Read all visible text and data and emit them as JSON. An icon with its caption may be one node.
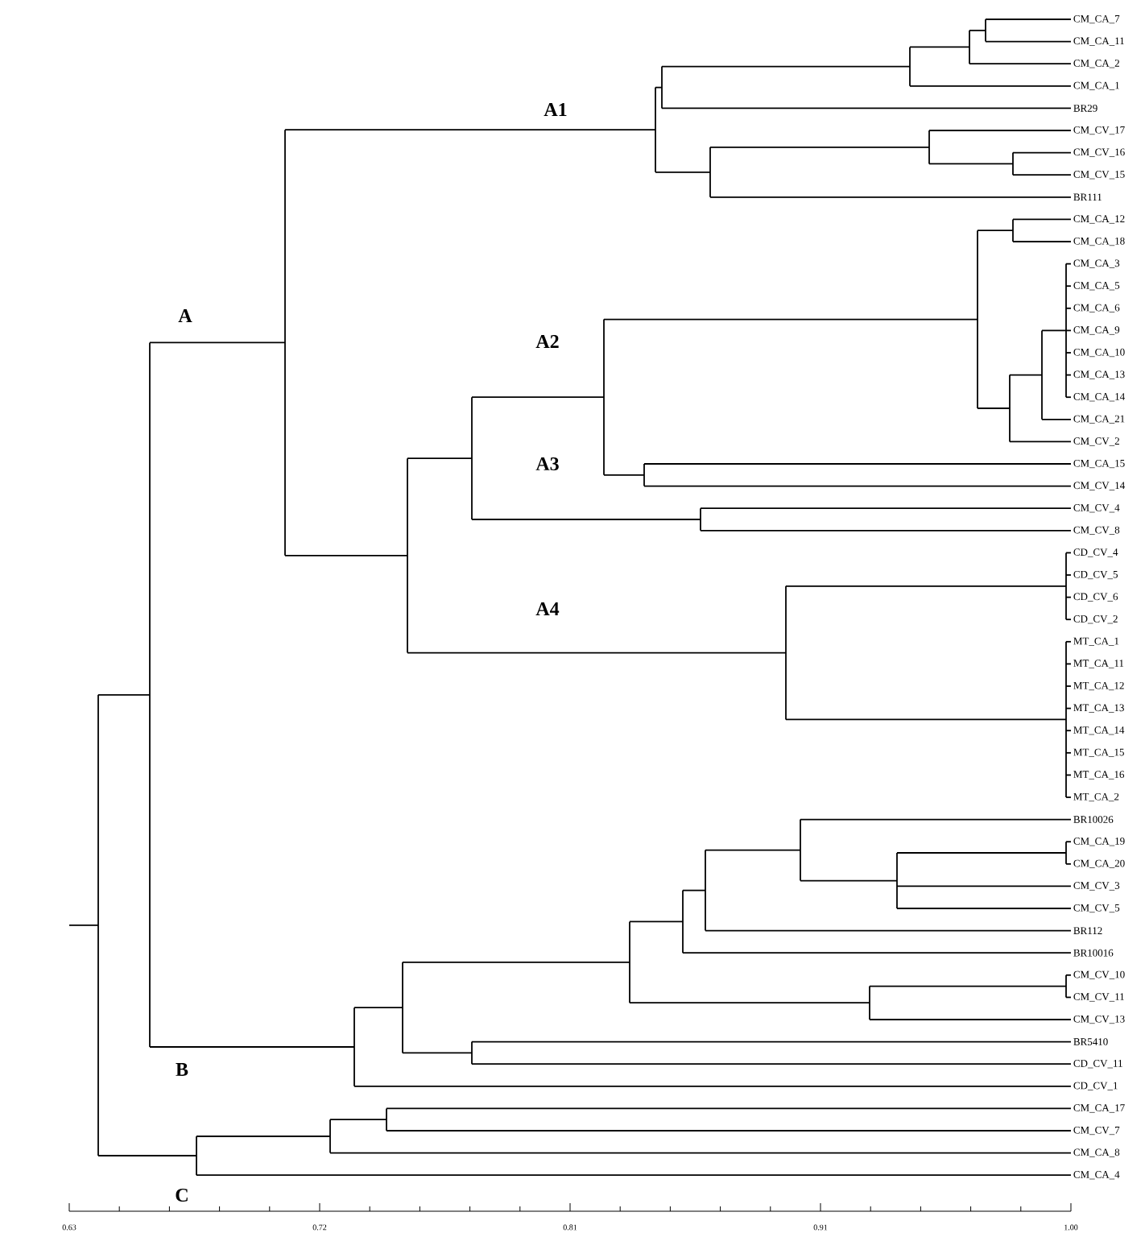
{
  "diagram": {
    "labels": [
      "CM_CA_7",
      "CM_CA_11",
      "CM_CA_2",
      "CM_CA_1",
      "BR29",
      "CM_CV_17",
      "CM_CV_16",
      "CM_CV_15",
      "BR111",
      "CM_CA_12",
      "CM_CA_18",
      "CM_CA_3",
      "CM_CA_5",
      "CM_CA_6",
      "CM_CA_9",
      "CM_CA_10",
      "CM_CA_13",
      "CM_CA_14",
      "CM_CA_21",
      "CM_CV_2",
      "CM_CA_15",
      "CM_CV_14",
      "CM_CV_4",
      "CM_CV_8",
      "CD_CV_4",
      "CD_CV_5",
      "CD_CV_6",
      "CD_CV_2",
      "MT_CA_1",
      "MT_CA_11",
      "MT_CA_12",
      "MT_CA_13",
      "MT_CA_14",
      "MT_CA_15",
      "MT_CA_16",
      "MT_CA_2",
      "BR10026",
      "CM_CA_19",
      "CM_CA_20",
      "CM_CV_3",
      "CM_CV_5",
      "BR112",
      "BR10016",
      "CM_CV_10",
      "CM_CV_11",
      "CM_CV_13",
      "BR5410",
      "CD_CV_11",
      "CD_CV_1",
      "CM_CA_17",
      "CM_CV_7",
      "CM_CA_8",
      "CM_CA_4",
      "A1",
      "A",
      "A2",
      "A3",
      "A4",
      "B",
      "C",
      "0.63",
      "0.72",
      "0.81",
      "0.91",
      "1.00"
    ]
  }
}
